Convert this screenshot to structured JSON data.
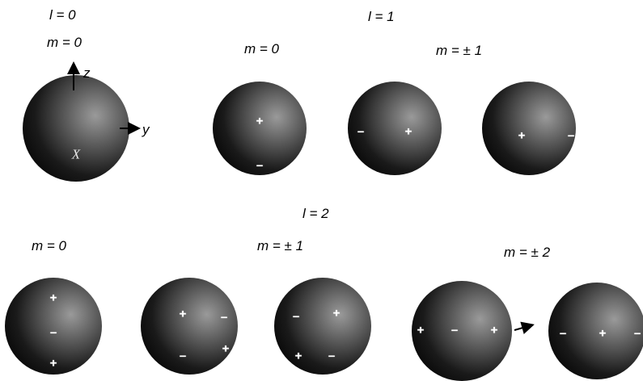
{
  "groups": {
    "l0": {
      "label": "l = 0",
      "m0": "m = 0"
    },
    "l1": {
      "label": "l = 1",
      "m0": "m = 0",
      "m1": "m = ± 1"
    },
    "l2": {
      "label": "l = 2",
      "m0": "m = 0",
      "m1": "m = ± 1",
      "m2": "m = ± 2"
    }
  },
  "axes": {
    "z": "z",
    "y": "y",
    "x": "X"
  },
  "signs": {
    "plus": "+",
    "minus": "–"
  },
  "colors": {
    "sphere_dark": "#0a0a0a",
    "sphere_light": "#9a9a9a",
    "marker": "#ffffff"
  }
}
